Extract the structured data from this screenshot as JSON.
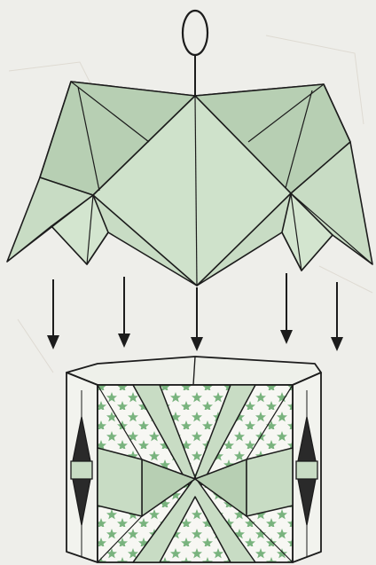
{
  "diagram": {
    "kind": "origami-assembly-instruction",
    "parts": [
      "hanging-loop",
      "hanging-string",
      "folded-roof",
      "assembly-arrows",
      "hexagonal-box-base"
    ],
    "arrow_count": 5,
    "colors": {
      "background": "#eeeeea",
      "paper_green": "#c8dcc4",
      "paper_green_dark": "#b3cbb0",
      "pattern_bg": "#f7f7f3",
      "star_green": "#79b37e",
      "line": "#1c1c1c"
    }
  }
}
